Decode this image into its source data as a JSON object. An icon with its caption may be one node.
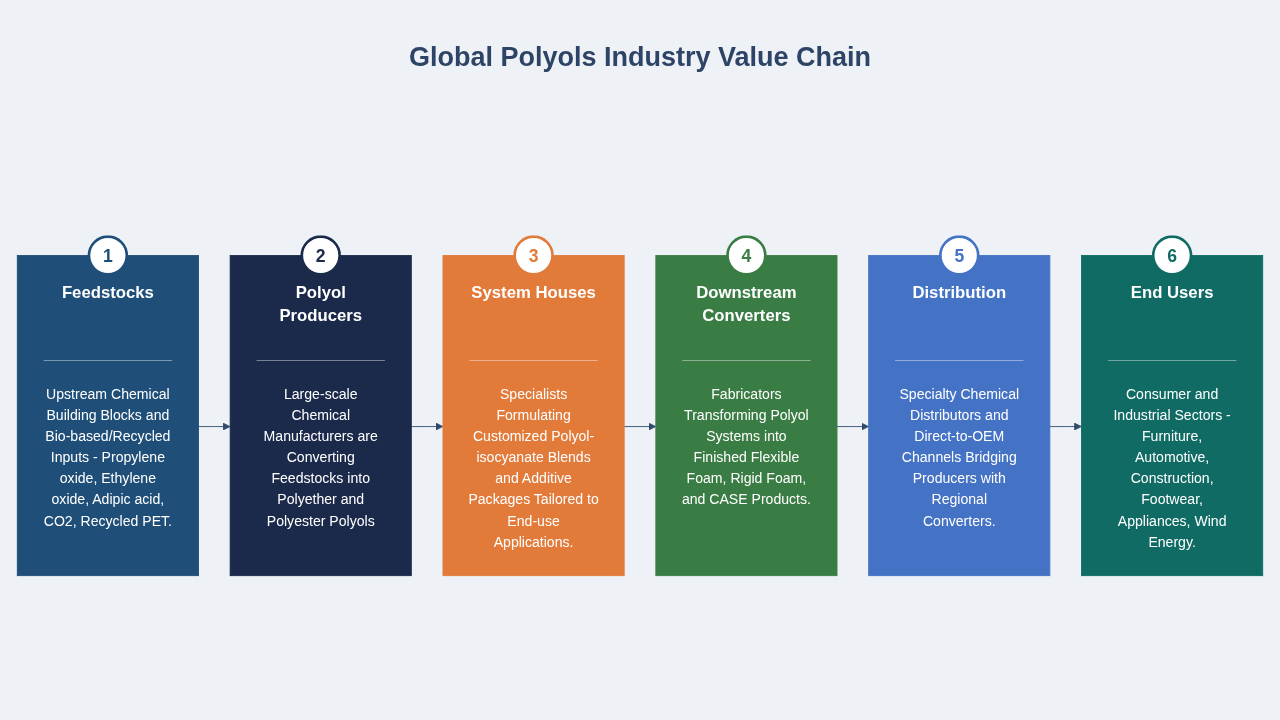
{
  "diagram": {
    "title": "Global Polyols Industry Value Chain",
    "nodes": [
      {
        "text": [
          "1",
          "Feedstocks",
          "Upstream Chemical Building Blocks and Bio-based/Recycled Inputs - Propylene oxide, Ethylene oxide, Adipic acid, CO2, Recycled PET."
        ]
      },
      {
        "text": [
          "2",
          "Polyol Producers",
          "Large-scale Chemical Manufacturers are Converting Feedstocks into Polyether and Polyester Polyols"
        ]
      },
      {
        "text": [
          "3",
          "System Houses",
          "Specialists Formulating Customized Polyol-isocyanate Blends and Additive Packages Tailored to End-use Applications."
        ]
      },
      {
        "text": [
          "4",
          "Downstream Converters",
          "Fabricators Transforming Polyol Systems into Finished Flexible Foam, Rigid Foam, and CASE Products."
        ]
      },
      {
        "text": [
          "5",
          "Distribution",
          "Specialty Chemical Distributors and Direct-to-OEM Channels Bridging Producers with Regional Converters."
        ]
      },
      {
        "text": [
          "6",
          "End Users",
          "Consumer and Industrial Sectors - Furniture, Automotive, Construction, Footwear, Appliances, Wind Energy."
        ]
      }
    ],
    "edges": [
      {
        "from": 0,
        "to": 1,
        "arrow": "to"
      },
      {
        "from": 1,
        "to": 2,
        "arrow": "to"
      },
      {
        "from": 2,
        "to": 3,
        "arrow": "to"
      },
      {
        "from": 3,
        "to": 4,
        "arrow": "to"
      },
      {
        "from": 4,
        "to": 5,
        "arrow": "to"
      }
    ]
  }
}
